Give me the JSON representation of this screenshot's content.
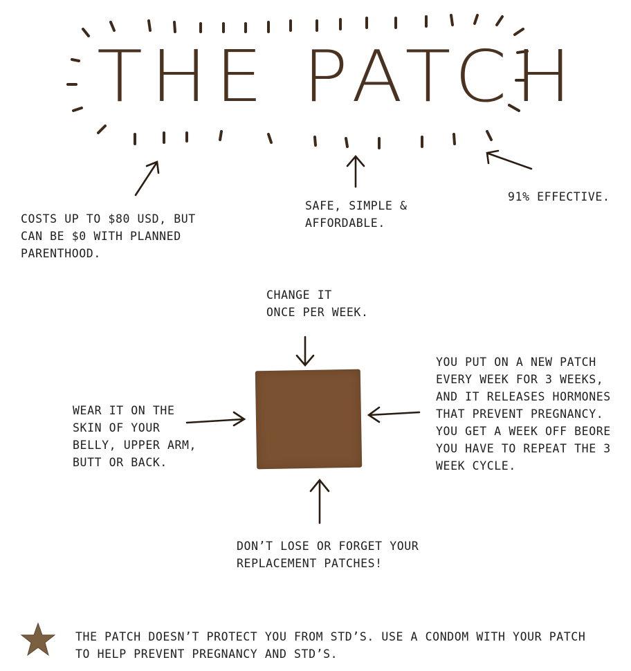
{
  "title": "THE PATCH",
  "notes": {
    "cost": "COSTS UP TO $80 USD, BUT\nCAN BE $0 WITH PLANNED\nPARENTHOOD.",
    "safe": "SAFE, SIMPLE &\nAFFORDABLE.",
    "effective": "91% EFFECTIVE.",
    "change": "CHANGE IT\nONCE PER WEEK.",
    "how": "YOU PUT ON A NEW PATCH\nEVERY WEEK FOR 3 WEEKS,\nAND IT RELEASES HORMONES\nTHAT PREVENT PREGNANCY.\nYOU GET A WEEK OFF BEORE\nYOU HAVE TO REPEAT THE 3\nWEEK CYCLE.",
    "wear": "WEAR IT ON THE\nSKIN OF YOUR\nBELLY, UPPER ARM,\nBUTT OR BACK.",
    "lose": "DON’T LOSE OR FORGET YOUR\nREPLACEMENT PATCHES!",
    "warning": "THE PATCH DOESN’T PROTECT YOU FROM STD’S. USE A CONDOM WITH YOUR PATCH\nTO HELP PREVENT PREGNANCY AND STD’S."
  },
  "colors": {
    "ink": "#3d2a1a",
    "patch": "#7a5232",
    "title": "#4a3220",
    "text": "#202020"
  },
  "icons": {
    "star": "star-icon",
    "patch": "patch-square"
  }
}
